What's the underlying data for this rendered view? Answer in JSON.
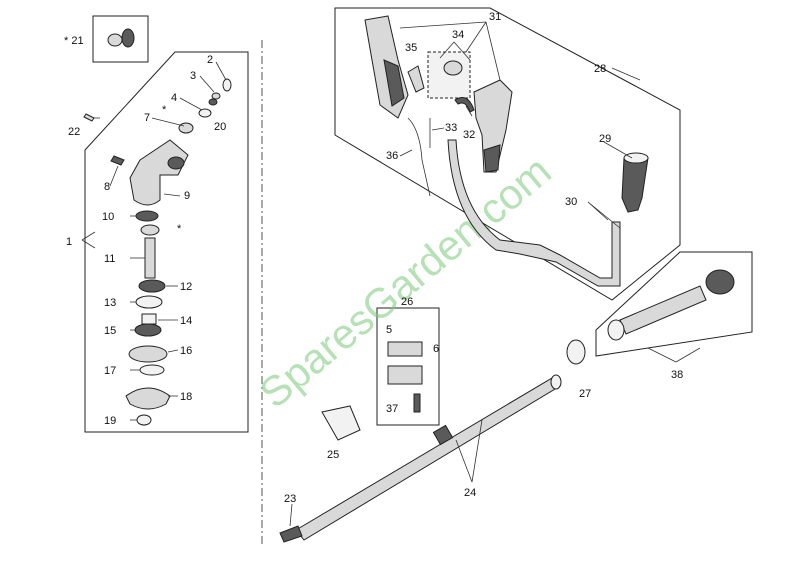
{
  "callouts": {
    "c1": "1",
    "c2": "2",
    "c3": "3",
    "c4": "4",
    "c5": "5",
    "c6": "6",
    "c7": "7",
    "c8": "8",
    "c9": "9",
    "c10": "10",
    "c11": "11",
    "c12": "12",
    "c13": "13",
    "c14": "14",
    "c15": "15",
    "c16": "16",
    "c17": "17",
    "c18": "18",
    "c19": "19",
    "c20": "20",
    "c21": "* 21",
    "c22": "22",
    "c23": "23",
    "c24": "24",
    "c25": "25",
    "c26": "26",
    "c27": "27",
    "c28": "28",
    "c29": "29",
    "c30": "30",
    "c31": "31",
    "c32": "32",
    "c33": "33",
    "c34": "34",
    "c35": "35",
    "c36": "36",
    "c37": "37",
    "c38": "38",
    "star_a": "*",
    "star_b": "*"
  },
  "watermark": "SparesGarden.com"
}
